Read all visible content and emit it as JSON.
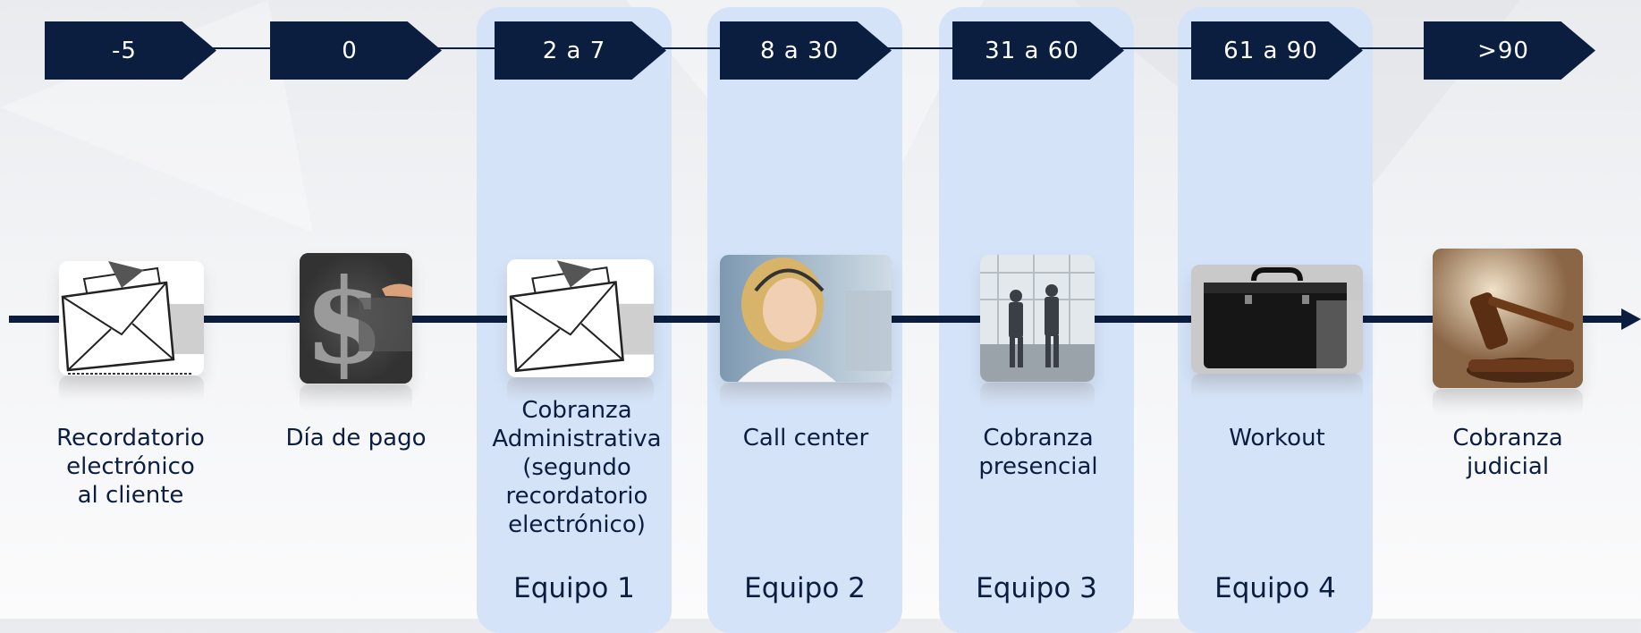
{
  "stages": [
    {
      "days": "-5",
      "label": "Recordatorio\nelectrónico\nal cliente",
      "image": "envelope-icon"
    },
    {
      "days": "0",
      "label": "Día de pago",
      "image": "dollar-chalkboard-icon"
    },
    {
      "days": "2 a 7",
      "label": "Cobranza\nAdministrativa\n(segundo\nrecordatorio\nelectrónico)",
      "image": "envelope-icon"
    },
    {
      "days": "8 a 30",
      "label": "Call center",
      "image": "call-center-agent-photo"
    },
    {
      "days": "31 a 60",
      "label": "Cobranza\npresencial",
      "image": "handshake-photo"
    },
    {
      "days": "61 a 90",
      "label": "Workout",
      "image": "briefcase-photo"
    },
    {
      "days": ">90",
      "label": "Cobranza\njudicial",
      "image": "gavel-photo"
    }
  ],
  "teams": [
    "Equipo 1",
    "Equipo 2",
    "Equipo 3",
    "Equipo 4"
  ],
  "colors": {
    "navy": "#0b1e3f",
    "panel": "#d5e3f8"
  }
}
